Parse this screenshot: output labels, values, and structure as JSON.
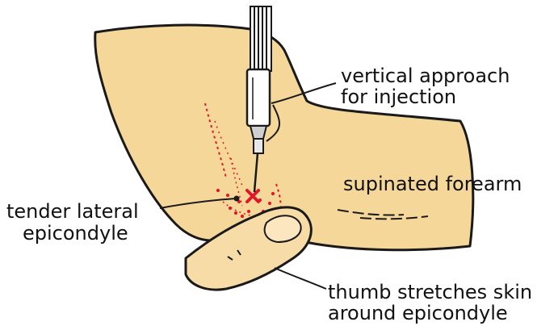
{
  "labels": {
    "vertical_approach_line1": "vertical approach",
    "vertical_approach_line2": "for injection",
    "supinated_forearm": "supinated forearm",
    "tender_lateral_line1": "tender lateral",
    "tender_lateral_line2": "epicondyle",
    "thumb_stretches_line1": "thumb stretches skin",
    "thumb_stretches_line2": "around epicondyle"
  },
  "colors": {
    "skin": "#f5d79a",
    "thumb_skin": "#f7dca8",
    "outline": "#1a1a1a",
    "tenderness": "#e0192a",
    "syringe_barrel": "#ffffff",
    "needle_hub": "#cfcfcf"
  }
}
